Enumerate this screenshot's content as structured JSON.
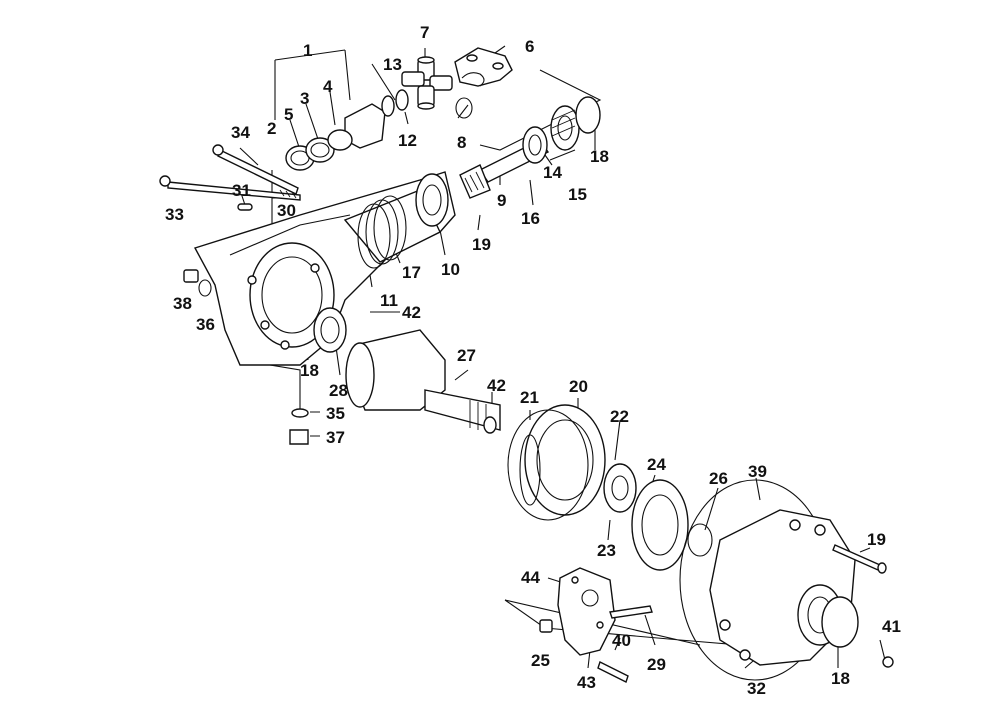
{
  "diagram": {
    "callouts": [
      "1",
      "2",
      "3",
      "4",
      "5",
      "6",
      "7",
      "8",
      "9",
      "10",
      "11",
      "12",
      "13",
      "14",
      "15",
      "16",
      "17",
      "18",
      "18",
      "18",
      "19",
      "19",
      "20",
      "21",
      "22",
      "23",
      "24",
      "25",
      "26",
      "27",
      "28",
      "29",
      "30",
      "31",
      "32",
      "33",
      "34",
      "35",
      "36",
      "37",
      "38",
      "39",
      "40",
      "41",
      "42",
      "42",
      "43",
      "44"
    ]
  }
}
